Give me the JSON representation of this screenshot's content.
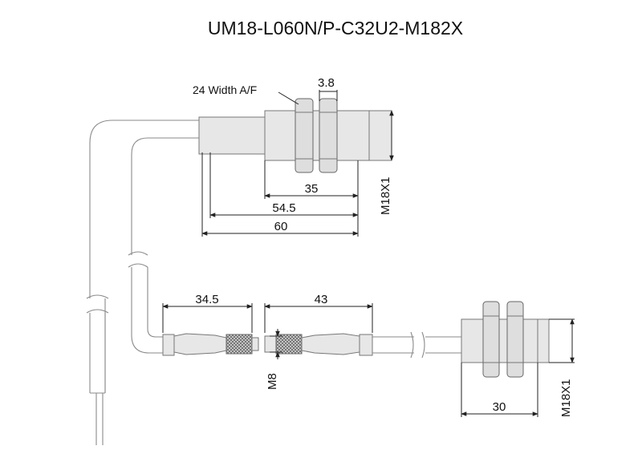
{
  "title": "UM18-L060N/P-C32U2-M182X",
  "annotations": {
    "width_af": "24 Width A/F",
    "nut_thickness": "3.8"
  },
  "dimensions": {
    "sensor_upper": {
      "len_35": "35",
      "len_54_5": "54.5",
      "len_60": "60",
      "thread": "M18X1"
    },
    "connector": {
      "len_34_5": "34.5",
      "len_43": "43",
      "thread": "M8"
    },
    "sensor_lower": {
      "len_30": "30",
      "thread": "M18X1"
    }
  }
}
